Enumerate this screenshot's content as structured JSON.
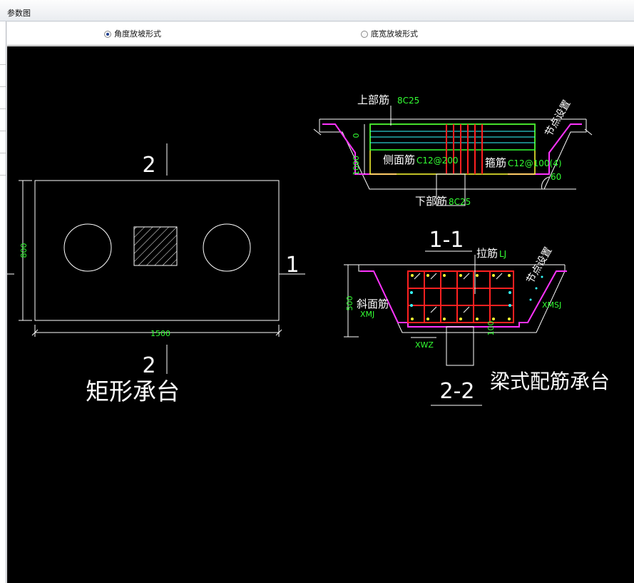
{
  "window": {
    "title": "参数图"
  },
  "options": [
    {
      "label": "角度放坡形式",
      "checked": true
    },
    {
      "label": "底宽放坡形式",
      "checked": false
    }
  ],
  "colors": {
    "white": "#ffffff",
    "green": "#33ff33",
    "yellow": "#ffff33",
    "magenta": "#ff33ff",
    "red": "#ff2020",
    "cyan": "#33ffff"
  },
  "plan": {
    "caption": "矩形承台",
    "dim_width": "1500",
    "dim_height": "800",
    "section_2_top": "2",
    "section_2_bottom": "2",
    "section_1_right": "1"
  },
  "section_11": {
    "label": "1-1",
    "top_bar_label": "上部筋",
    "top_bar_value": "8C25",
    "side_bar_label": "侧面筋",
    "side_bar_value": "C12@200",
    "stirrup_label": "箍筋",
    "stirrup_value": "C12@100(4)",
    "bottom_bar_label": "下部筋",
    "bottom_bar_value": "8C25",
    "node_label": "节点设置",
    "dim_zero": "0",
    "dim_1000": "1000",
    "angle": "60"
  },
  "section_22": {
    "label": "2-2",
    "tie_label": "拉筋",
    "tie_value": "LJ",
    "slope_label": "斜面筋",
    "slope_value": "XMJ",
    "xmsj": "XMSJ",
    "xwz": "XWZ",
    "dim_500": "500",
    "dim_100": "100",
    "node_label": "节点设置"
  },
  "caption_beam": "梁式配筋承台"
}
